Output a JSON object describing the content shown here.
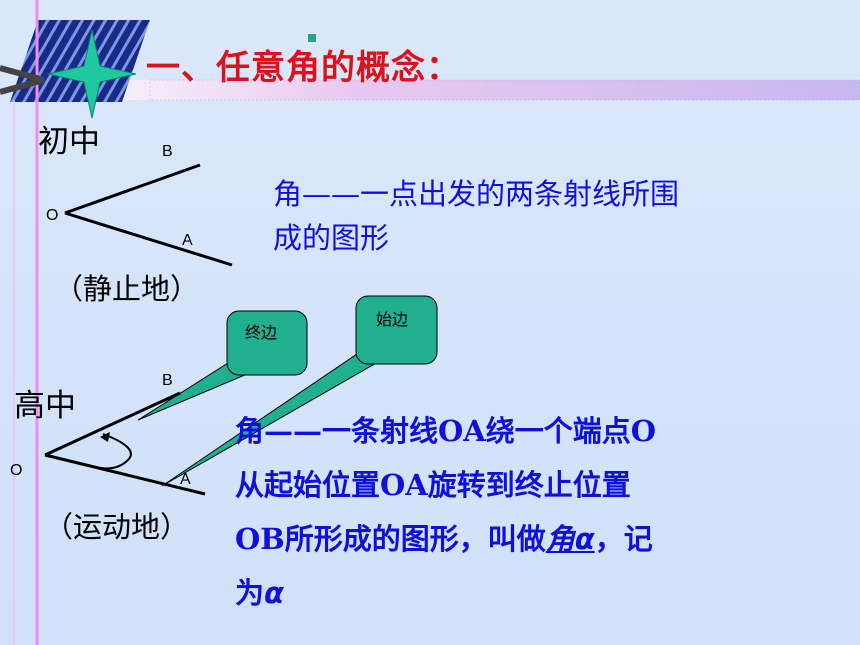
{
  "title": "一、任意角的概念：",
  "junior": {
    "label": "初中",
    "points": {
      "O": "O",
      "A": "A",
      "B": "B"
    },
    "caption": "（静止地）",
    "def_line1": "角——一点出发的两条射线所围",
    "def_line2": "成的图形"
  },
  "senior": {
    "label": "高中",
    "points": {
      "O": "O",
      "A": "A",
      "B": "B"
    },
    "caption": "（运动地）",
    "callout_terminal": "终边",
    "callout_initial": "始边",
    "def_line1": "角——一条射线OA绕一个端点O",
    "def_line2": "从起始位置OA旋转到终止位置",
    "def_line3_prefix": "OB所形成的图形，叫做",
    "def_line3_term": "角",
    "def_line3_symbol": "α",
    "def_line3_suffix": "，记",
    "def_line4_prefix": "为",
    "def_line4_symbol": "α"
  },
  "colors": {
    "title": "#e0101a",
    "definition": "#1010dc",
    "callout": "#20b090",
    "background": "#d5e4fa"
  }
}
